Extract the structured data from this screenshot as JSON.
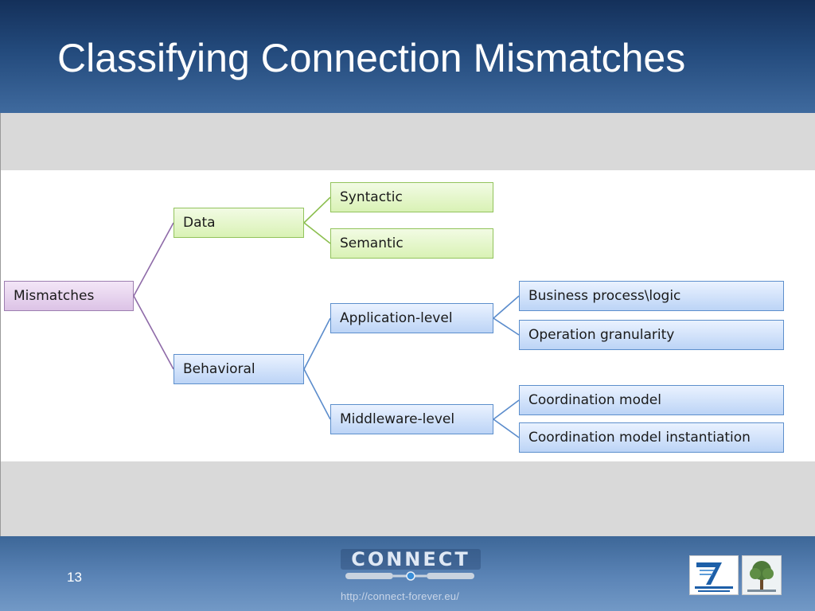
{
  "slide": {
    "title": "Classifying Connection Mismatches",
    "page_number": "13",
    "footer_url": "http://connect-forever.eu/",
    "logo_text": "CONNECT"
  },
  "diagram": {
    "root": "Mismatches",
    "level1": {
      "data": "Data",
      "behavioral": "Behavioral"
    },
    "data_children": {
      "syntactic": "Syntactic",
      "semantic": "Semantic"
    },
    "behavioral_children": {
      "application": "Application-level",
      "middleware": "Middleware-level"
    },
    "application_children": {
      "business": "Business process\\logic",
      "granularity": "Operation granularity"
    },
    "middleware_children": {
      "coordination": "Coordination model",
      "instantiation": "Coordination model instantiation"
    }
  },
  "colors": {
    "header": "#234a7c",
    "root_fill": "#dcc3e6",
    "data_fill": "#d9f2b5",
    "behavioral_fill": "#bcd4f6",
    "root_line": "#8e6aa8",
    "data_line": "#8cbf4f",
    "behavioral_line": "#5b8ccc"
  }
}
